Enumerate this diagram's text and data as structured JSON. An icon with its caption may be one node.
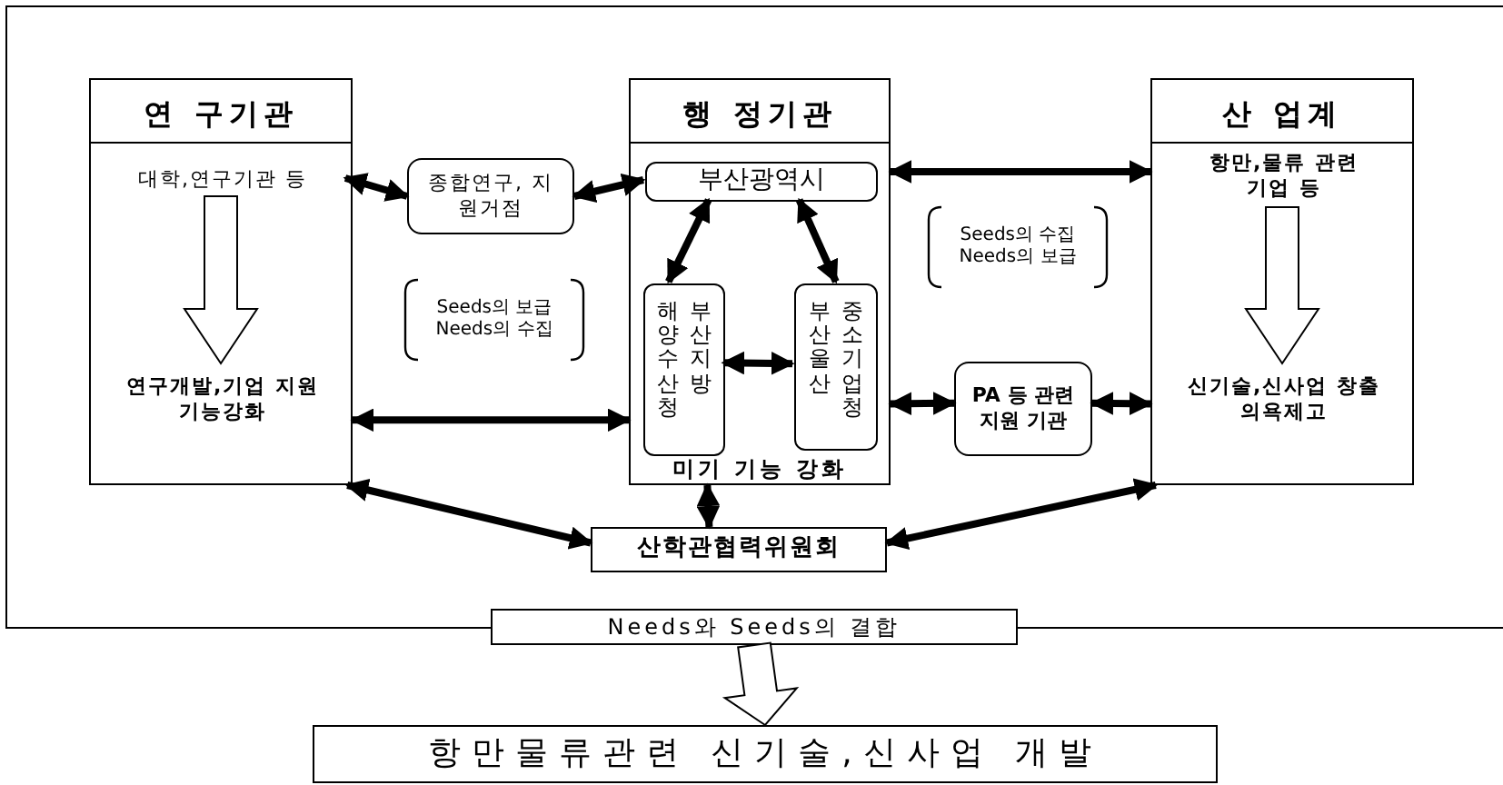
{
  "diagram": {
    "nodes": [
      {
        "text": [
          "연 구기관"
        ]
      },
      {
        "text": [
          "대학,연구기관 등"
        ],
        "in": 0
      },
      {
        "text": [
          "연구개발,기업 지원 기능강화"
        ],
        "in": 0
      },
      {
        "text": [
          "종합연구, 지원거점"
        ]
      },
      {
        "text": [
          "행 정기관",
          "미기 기능 강화"
        ]
      },
      {
        "text": [
          "부산광역시"
        ],
        "in": 4
      },
      {
        "text": [
          "해양수산청",
          "부산지방"
        ],
        "in": 4
      },
      {
        "text": [
          "부산울산",
          "중소기업청"
        ],
        "in": 4
      },
      {
        "text": [
          "PA 등 관련지원 기관"
        ]
      },
      {
        "text": [
          "산 업계"
        ]
      },
      {
        "text": [
          "항만,물류 관련 기업 등"
        ],
        "in": 9
      },
      {
        "text": [
          "신기술,신사업 창출 의욕제고"
        ],
        "in": 9
      },
      {
        "text": [
          "산학관협력위원회"
        ]
      },
      {
        "text": [
          "Needs와 Seeds의 결합"
        ]
      },
      {
        "text": [
          "항만물류관련 신기술,신사업 개발"
        ]
      }
    ],
    "edges": [
      {
        "from": 1,
        "to": 3,
        "arrow": "both"
      },
      {
        "from": 3,
        "to": 5,
        "arrow": "both"
      },
      {
        "from": 5,
        "to": 6,
        "arrow": "both"
      },
      {
        "from": 5,
        "to": 7,
        "arrow": "both"
      },
      {
        "from": 6,
        "to": 7,
        "arrow": "both"
      },
      {
        "from": 0,
        "to": 4,
        "arrow": "both"
      },
      {
        "from": 4,
        "to": 9,
        "arrow": "both"
      },
      {
        "from": 4,
        "to": 8,
        "arrow": "both"
      },
      {
        "from": 8,
        "to": 9,
        "arrow": "both"
      },
      {
        "from": 0,
        "to": 12,
        "arrow": "both"
      },
      {
        "from": 4,
        "to": 12,
        "arrow": "both"
      },
      {
        "from": 9,
        "to": 12,
        "arrow": "both"
      },
      {
        "from": 1,
        "to": 2,
        "arrow": "to",
        "style": "thick"
      },
      {
        "from": 10,
        "to": 11,
        "arrow": "to",
        "style": "thick"
      },
      {
        "from": 13,
        "to": 14,
        "arrow": "to",
        "style": "thick"
      }
    ],
    "labels": [
      "Seeds의 보급 Needs의 수집",
      "Seeds의 수집 Needs의 보급"
    ]
  }
}
